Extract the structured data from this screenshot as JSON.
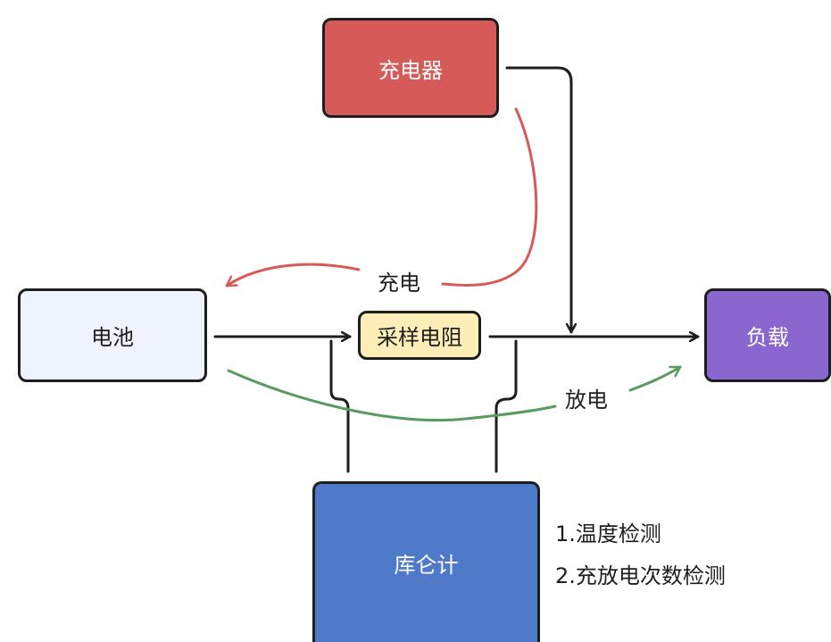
{
  "nodes": {
    "charger": "充电器",
    "battery": "电池",
    "resistor": "采样电阻",
    "load": "负载",
    "coulomb_counter": "库仑计"
  },
  "flows": {
    "charge": {
      "label": "充电",
      "color": "#d65a57"
    },
    "discharge": {
      "label": "放电",
      "color": "#5a9a5e"
    }
  },
  "notes": [
    "1.温度检测",
    "2.充放电次数检测"
  ],
  "colors": {
    "charger": "#d65a57",
    "battery": "#eef3fd",
    "resistor": "#fdeeb8",
    "load": "#8a66cf",
    "coulomb_counter": "#4f79c9",
    "stroke": "#1e1e1e"
  }
}
